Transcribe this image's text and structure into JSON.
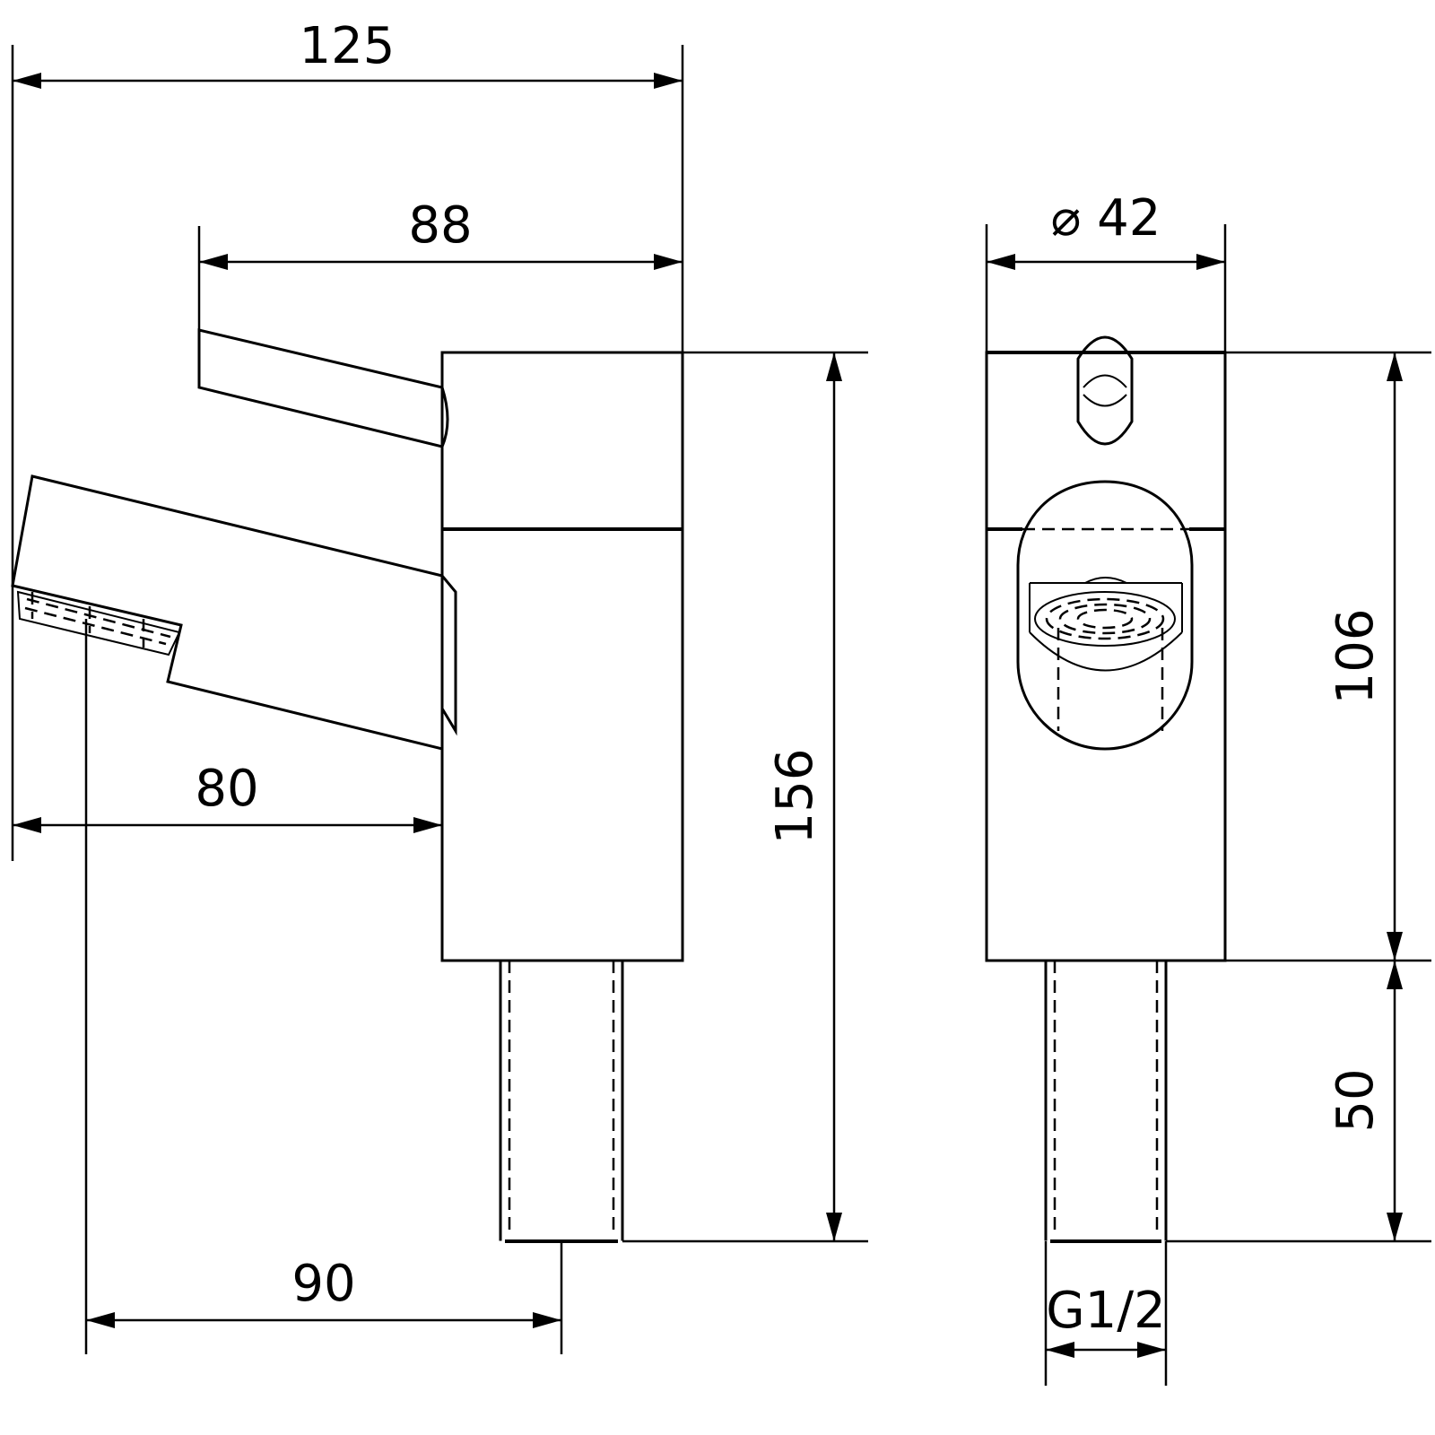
{
  "dimensions": {
    "overall_depth": "125",
    "handle_reach": "88",
    "spout_reach": "80",
    "spout_to_tail": "90",
    "total_height": "156",
    "body_width": "⌀ 42",
    "body_height": "106",
    "tail_length": "50",
    "thread": "G1/2"
  }
}
